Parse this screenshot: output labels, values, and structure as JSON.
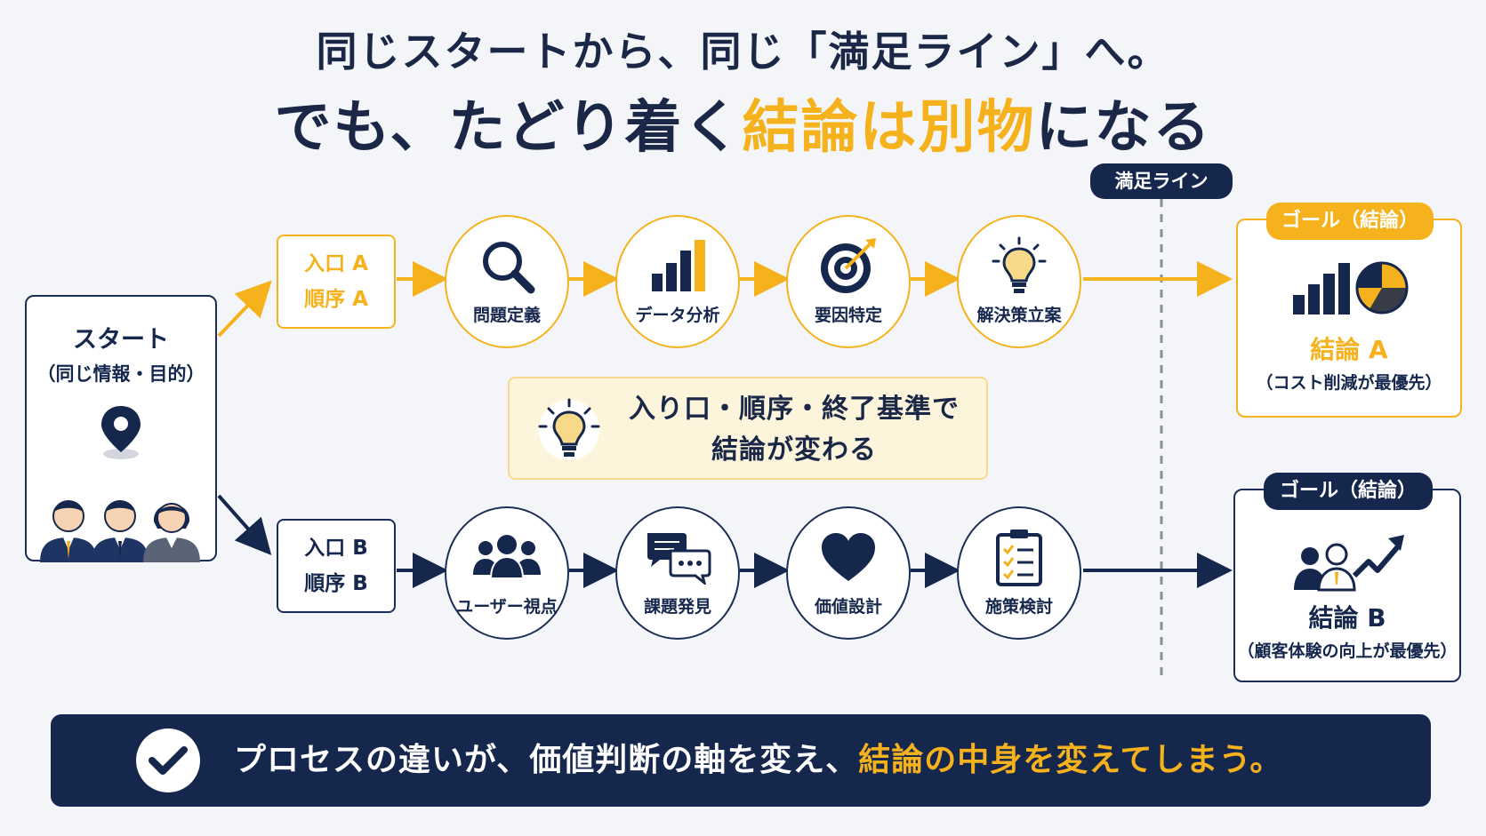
{
  "title": {
    "line1": "同じスタートから、同じ「満足ライン」へ。",
    "line2_prefix": "でも、たどり着く",
    "line2_highlight": "結論は別物",
    "line2_suffix": "になる"
  },
  "start": {
    "title": "スタート",
    "subtitle": "（同じ情報・目的）"
  },
  "path_a": {
    "entry_line1": "入口 A",
    "entry_line2": "順序 A",
    "steps": [
      "問題定義",
      "データ分析",
      "要因特定",
      "解決策立案"
    ]
  },
  "path_b": {
    "entry_line1": "入口 B",
    "entry_line2": "順序 B",
    "steps": [
      "ユーザー視点",
      "課題発見",
      "価値設計",
      "施策検討"
    ]
  },
  "note": {
    "line1": "入り口・順序・終了基準で",
    "line2": "結論が変わる"
  },
  "satisfaction_line": "満足ライン",
  "goal_a": {
    "badge": "ゴール（結論）",
    "name": "結論 A",
    "detail": "（コスト削減が最優先）"
  },
  "goal_b": {
    "badge": "ゴール（結論）",
    "name": "結論 B",
    "detail": "（顧客体験の向上が最優先）"
  },
  "banner": {
    "prefix": "プロセスの違いが、価値判断の軸を変え、",
    "highlight": "結論の中身を変えてしまう。"
  },
  "colors": {
    "navy": "#15274d",
    "accent": "#f5b21c",
    "background": "#f4f5f8"
  },
  "icons": {
    "start": [
      "location-pin-icon",
      "people-group-icon"
    ],
    "path_a": [
      "magnifier-icon",
      "bar-chart-icon",
      "target-icon",
      "lightbulb-icon"
    ],
    "path_b": [
      "users-icon",
      "chat-bubbles-icon",
      "heart-icon",
      "checklist-icon"
    ],
    "goal_a": [
      "bar-chart-icon",
      "pie-chart-icon"
    ],
    "goal_b": [
      "growth-people-icon"
    ],
    "note": "lightbulb-icon",
    "banner": "check-icon"
  }
}
